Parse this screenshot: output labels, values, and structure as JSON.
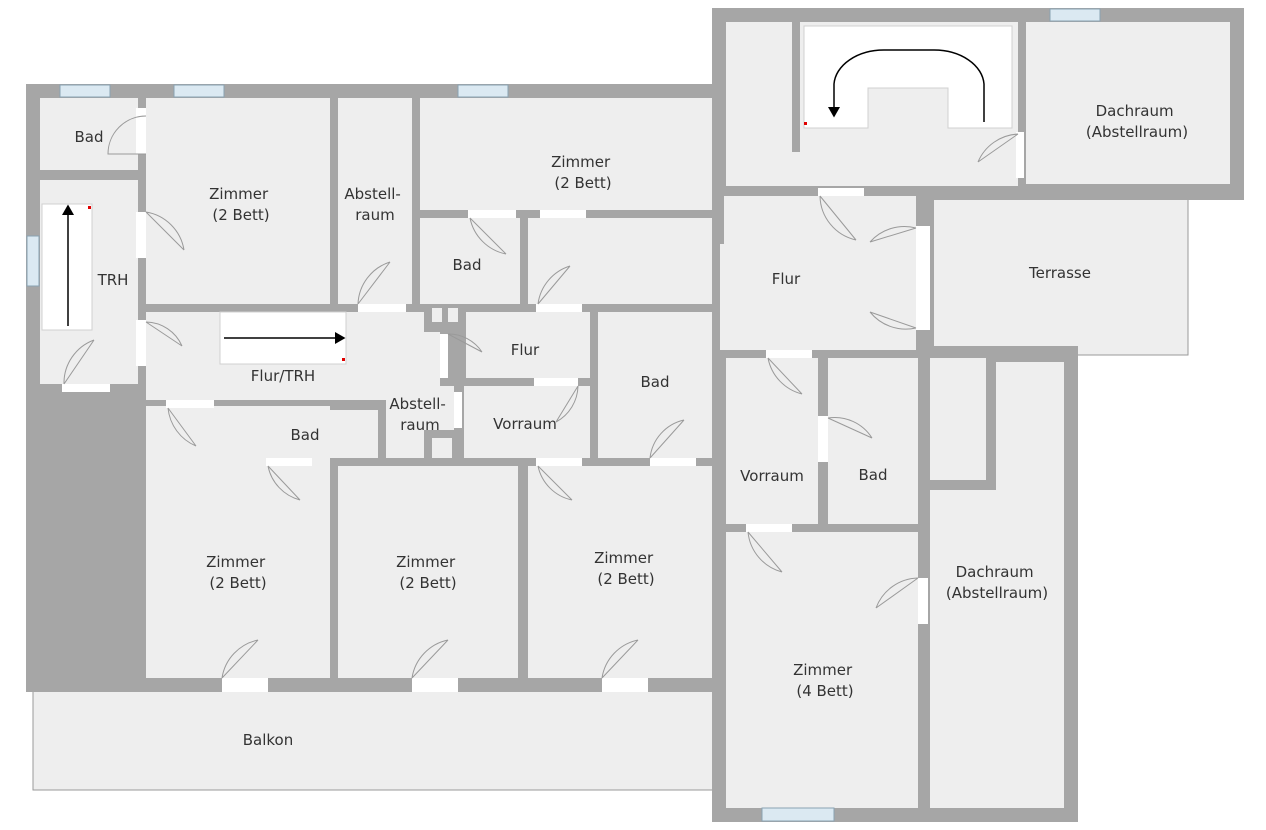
{
  "colors": {
    "floor": "#eeeeee",
    "wall": "#a6a6a6",
    "window": "#dbe9f2",
    "door_panel": "#ffffff",
    "door_arc": "#9a9a9a",
    "stair_marker": "#e00000"
  },
  "rooms": {
    "bad_top_left": "Bad",
    "trh_left": "TRH",
    "zimmer_nw": [
      "Zimmer",
      "(2 Bett)"
    ],
    "abstellraum_top": [
      "Abstell-",
      "raum"
    ],
    "zimmer_n": [
      "Zimmer",
      "(2 Bett)"
    ],
    "bad_center_north": "Bad",
    "flur_trh": "Flur/TRH",
    "flur_center": "Flur",
    "bad_center_east": "Bad",
    "abstellraum_small": [
      "Abstell-",
      "raum"
    ],
    "vorraum_center": "Vorraum",
    "bad_center_south": "Bad",
    "zimmer_sw": [
      "Zimmer",
      "(2 Bett)"
    ],
    "zimmer_s": [
      "Zimmer",
      "(2 Bett)"
    ],
    "zimmer_se": [
      "Zimmer",
      "(2 Bett)"
    ],
    "balkon": "Balkon",
    "dachraum_top": [
      "Dachraum",
      "(Abstellraum)"
    ],
    "flur_east": "Flur",
    "terrasse": "Terrasse",
    "vorraum_east": "Vorraum",
    "bad_east": "Bad",
    "dachraum_east": [
      "Dachraum",
      "(Abstellraum)"
    ],
    "zimmer_4bett": [
      "Zimmer",
      "(4 Bett)"
    ]
  }
}
